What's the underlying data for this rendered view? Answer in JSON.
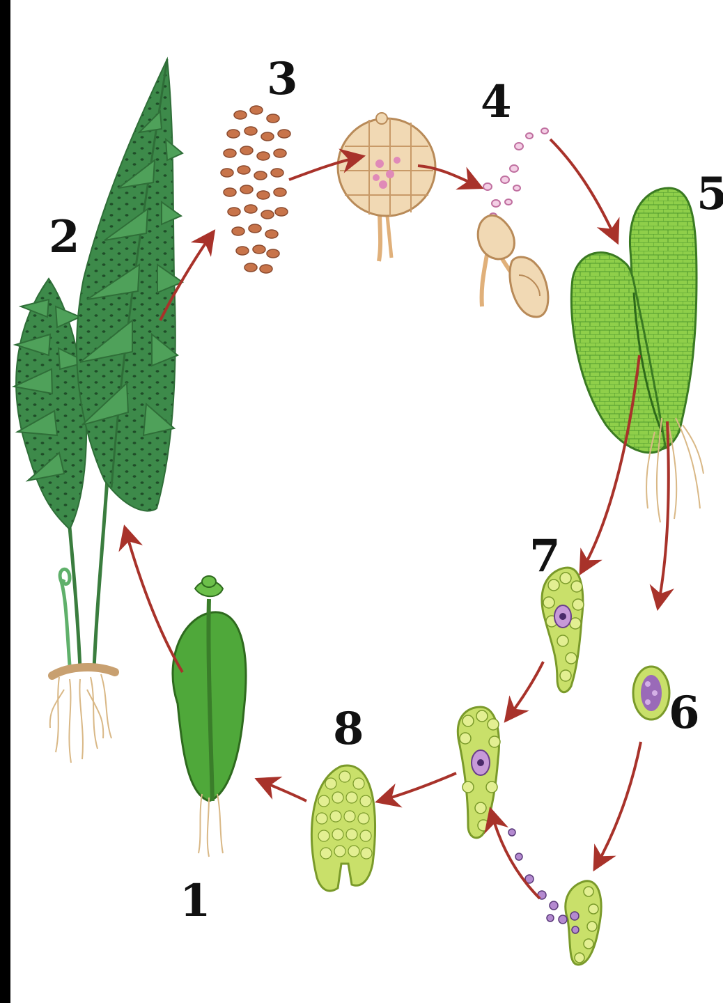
{
  "labels": {
    "l1": "1",
    "l2": "2",
    "l3": "3",
    "l4": "4",
    "l5": "5",
    "l6": "6",
    "l7": "7",
    "l8": "8"
  },
  "colors": {
    "arrow": "#a8322a",
    "fern_dark": "#3d8a4a",
    "fern_light": "#5fb06a",
    "sporangium": "#e9c79a",
    "spore": "#d8a0c8",
    "prothallus": "#8fcf4a",
    "cell": "#c9e06a",
    "root": "#d9b886",
    "gamete": "#a070c0"
  },
  "icons": [
    "fern-plant-icon",
    "sorus-icon",
    "sporangium-icon",
    "spore-release-icon",
    "prothallus-icon",
    "antheridium-icon",
    "archegonium-icon",
    "zygote-icon",
    "young-sporophyte-icon"
  ]
}
